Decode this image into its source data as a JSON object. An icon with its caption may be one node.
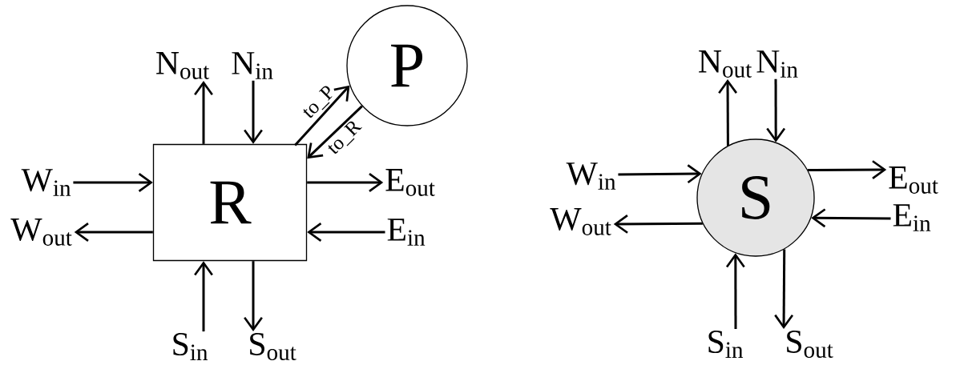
{
  "diagram": {
    "nodes": [
      {
        "text": [
          "R"
        ]
      },
      {
        "text": [
          "P"
        ]
      },
      {
        "text": [
          "S"
        ]
      },
      {
        "text": [
          "N$_{out}$"
        ]
      },
      {
        "text": [
          "N$_{in}$"
        ]
      },
      {
        "text": [
          "W$_{in}$"
        ]
      },
      {
        "text": [
          "W$_{out}$"
        ]
      },
      {
        "text": [
          "E$_{out}$"
        ]
      },
      {
        "text": [
          "E$_{in}$"
        ]
      },
      {
        "text": [
          "S$_{in}$"
        ]
      },
      {
        "text": [
          "S$_{out}$"
        ]
      },
      {
        "text": [
          "N$_{out}$"
        ]
      },
      {
        "text": [
          "N$_{in}$"
        ]
      },
      {
        "text": [
          "W$_{in}$"
        ]
      },
      {
        "text": [
          "W$_{out}$"
        ]
      },
      {
        "text": [
          "E$_{out}$"
        ]
      },
      {
        "text": [
          "E$_{in}$"
        ]
      },
      {
        "text": [
          "S$_{in}$"
        ]
      },
      {
        "text": [
          "S$_{out}$"
        ]
      }
    ],
    "edges": [
      {
        "from": 0,
        "to": 3,
        "arrow": "to"
      },
      {
        "from": 4,
        "to": 0,
        "arrow": "to"
      },
      {
        "from": 5,
        "to": 0,
        "arrow": "to"
      },
      {
        "from": 0,
        "to": 6,
        "arrow": "to"
      },
      {
        "from": 0,
        "to": 7,
        "arrow": "to"
      },
      {
        "from": 8,
        "to": 0,
        "arrow": "to"
      },
      {
        "from": 9,
        "to": 0,
        "arrow": "to"
      },
      {
        "from": 0,
        "to": 10,
        "arrow": "to"
      },
      {
        "from": 0,
        "to": 1,
        "arrow": "to",
        "label": "to_P"
      },
      {
        "from": 1,
        "to": 0,
        "arrow": "to",
        "label": "to_R"
      },
      {
        "from": 2,
        "to": 11,
        "arrow": "to"
      },
      {
        "from": 12,
        "to": 2,
        "arrow": "to"
      },
      {
        "from": 13,
        "to": 2,
        "arrow": "to"
      },
      {
        "from": 2,
        "to": 14,
        "arrow": "to"
      },
      {
        "from": 2,
        "to": 15,
        "arrow": "to"
      },
      {
        "from": 16,
        "to": 2,
        "arrow": "to"
      },
      {
        "from": 17,
        "to": 2,
        "arrow": "to"
      },
      {
        "from": 2,
        "to": 18,
        "arrow": "to"
      }
    ]
  }
}
